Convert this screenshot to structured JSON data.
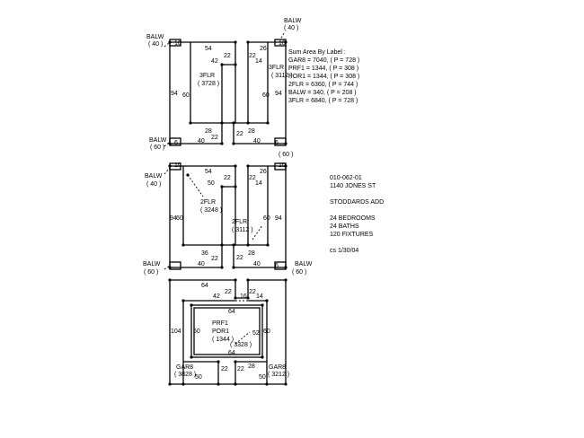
{
  "summary": {
    "heading": "Sum Area By Label :",
    "lines": [
      "GAR8 = 7040, ( P = 728 )",
      "PRF1 = 1344, ( P = 308 )",
      "POR1 = 1344, ( P = 308 )",
      "2FLR = 6360, ( P = 744 )",
      "BALW = 340, ( P = 208 )",
      "3FLR = 6840, ( P = 728 )"
    ]
  },
  "info": {
    "lines": [
      "010-062-01",
      "1140 JONES ST",
      "",
      "STODDARDS ADD",
      "",
      "24 BEDROOMS",
      "24 BATHS",
      "120 FIXTURES",
      "",
      "cs 1/30/04"
    ]
  },
  "floor3": {
    "dims": [
      "54",
      "42",
      "22",
      "26",
      "14",
      "22",
      "94",
      "60",
      "60",
      "94",
      "28",
      "22",
      "22",
      "28",
      "40",
      "40",
      "10",
      "10",
      "6",
      "6"
    ],
    "labels": {
      "left_name": "3FLR",
      "left_area": "( 3728 )",
      "right_name": "3FLR",
      "right_area": "( 3112 )",
      "balw_tl_name": "BALW",
      "balw_tl_area": "( 40 )",
      "balw_tr_name": "BALW",
      "balw_tr_area": "( 40 )",
      "balw_bl_name": "BALW",
      "balw_bl_area": "( 60 )",
      "balw_br_area": "( 60 )"
    }
  },
  "floor2": {
    "dims": [
      "54",
      "50",
      "22",
      "26",
      "14",
      "22",
      "94",
      "60",
      "60",
      "94",
      "36",
      "22",
      "22",
      "28",
      "40",
      "40",
      "10",
      "10",
      "6"
    ],
    "labels": {
      "left_name": "2FLR",
      "left_area": "( 3248 )",
      "right_name": "2FLR",
      "right_area": "( 3112 )",
      "balw_tl_name": "BALW",
      "balw_tl_area": "( 40 )",
      "balw_bl_name": "BALW",
      "balw_bl_area": "( 60 )",
      "balw_br_name": "BALW",
      "balw_br_area": "( 60 )"
    }
  },
  "floor1": {
    "dims": [
      "64",
      "22",
      "42",
      "22",
      "16",
      "14",
      "64",
      "104",
      "60",
      "52",
      "60",
      "64",
      "22",
      "28",
      "50",
      "22",
      "50"
    ],
    "labels": {
      "center_name1": "PRF1",
      "center_name2": "POR1",
      "center_area1": "( 1344 )",
      "center_area2": "( 3328 )",
      "garl_name": "GAR8",
      "garl_area": "( 3828 )",
      "garr_name": "GAR8",
      "garr_area": "( 3212 )"
    }
  }
}
